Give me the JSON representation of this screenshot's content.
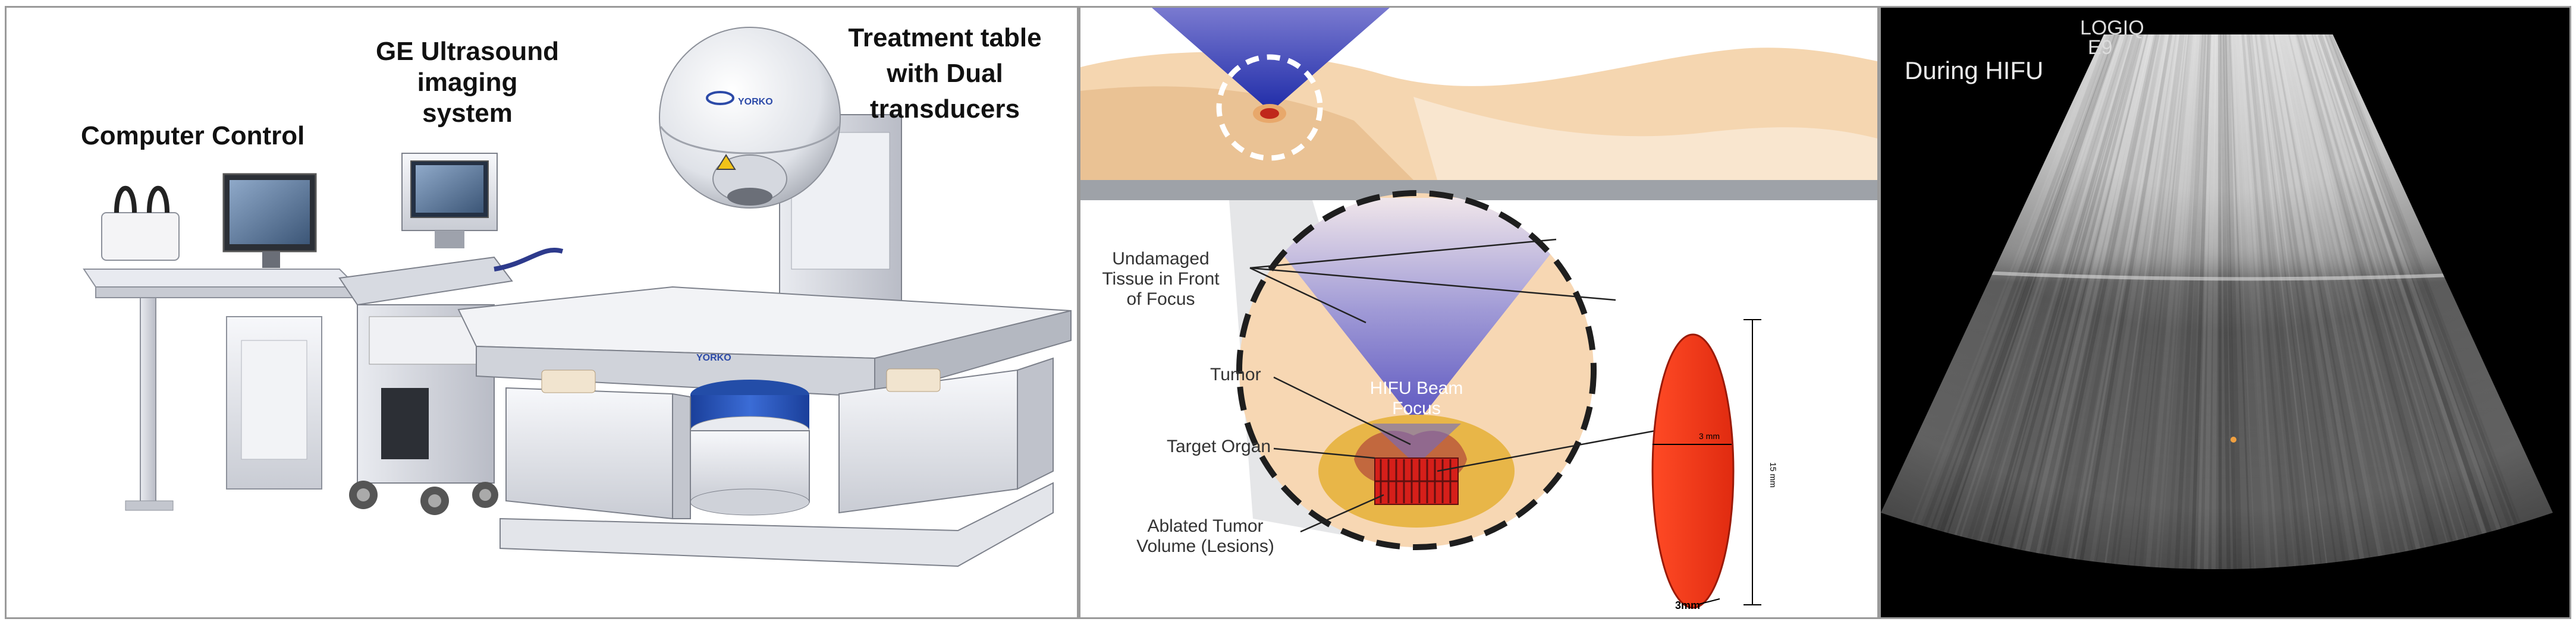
{
  "panel1": {
    "computer_control": "Computer Control",
    "ge_line1": "GE Ultrasound",
    "ge_line2": "imaging",
    "ge_line3": "system",
    "table_line1": "Treatment table",
    "table_line2": "with Dual",
    "table_line3": "transducers",
    "brand": "YORKO"
  },
  "panel2": {
    "undamaged_1": "Undamaged",
    "undamaged_2": "Tissue in Front",
    "undamaged_3": "of Focus",
    "tumor": "Tumor",
    "target_organ": "Target Organ",
    "ablated_1": "Ablated Tumor",
    "ablated_2": "Volume (Lesions)",
    "beam_1": "HIFU Beam",
    "beam_2": "Focus",
    "dim_3mm": "3 mm",
    "dim_15mm": "15 mm",
    "dim_3mm_bottom": "3mm"
  },
  "panel3": {
    "logo_1": "LOGIQ",
    "logo_2": "E9",
    "caption": "During  HIFU"
  }
}
